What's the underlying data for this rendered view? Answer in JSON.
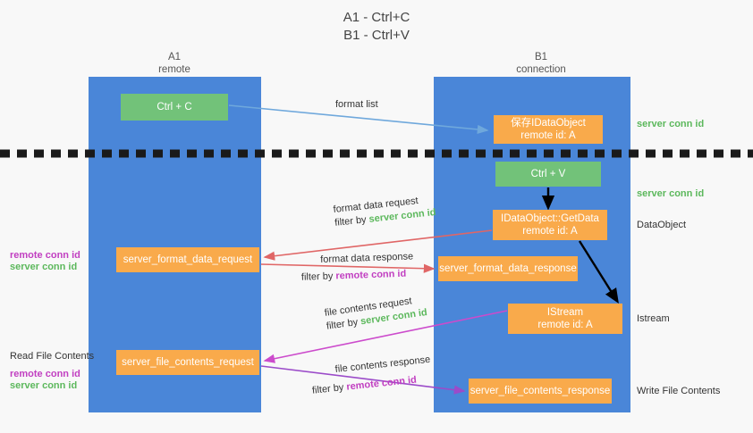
{
  "title": "A1 - Ctrl+C\nB1 - Ctrl+V",
  "columns": {
    "left": {
      "header": "A1\nremote"
    },
    "right": {
      "header": "B1\nconnection"
    }
  },
  "nodes": {
    "ctrl_c": {
      "label": "Ctrl + C",
      "color": "#72c279"
    },
    "save_dataobject": {
      "label": "保存IDataObject\nremote id: A",
      "color": "#f9aa4b"
    },
    "ctrl_v": {
      "label": "Ctrl + V",
      "color": "#72c279"
    },
    "get_data": {
      "label": "IDataObject::GetData\nremote id: A",
      "color": "#f9aa4b"
    },
    "format_data_request": {
      "label": "server_format_data_request",
      "color": "#f9aa4b"
    },
    "format_data_response": {
      "label": "server_format_data_response",
      "color": "#f9aa4b"
    },
    "istream": {
      "label": "IStream\nremote id: A",
      "color": "#f9aa4b"
    },
    "file_contents_request": {
      "label": "server_file_contents_request",
      "color": "#f9aa4b"
    },
    "file_contents_response": {
      "label": "server_file_contents_response",
      "color": "#f9aa4b"
    }
  },
  "edge_labels": {
    "format_list": "format list",
    "format_data_request": {
      "line1": "format data request",
      "line2_prefix": "filter by ",
      "line2_key": "server conn id"
    },
    "format_data_response": {
      "line1": "format data response",
      "line2_prefix": "filter by ",
      "line2_key": "remote conn id"
    },
    "file_contents_request": {
      "line1": "file contents request",
      "line2_prefix": "filter by ",
      "line2_key": "server conn id"
    },
    "file_contents_response": {
      "line1": "file contents response",
      "line2_prefix": "filter by ",
      "line2_key": "remote conn id"
    }
  },
  "annotations": {
    "right_server_conn_id_top": "server conn id",
    "right_server_conn_id_mid": "server conn id",
    "right_dataobject": "DataObject",
    "right_istream": "Istream",
    "right_write_file_contents": "Write File Contents",
    "left_remote_conn_id_1": "remote conn id",
    "left_server_conn_id_1": "server conn id",
    "left_read_file_contents": "Read File Contents",
    "left_remote_conn_id_2": "remote conn id",
    "left_server_conn_id_2": "server conn id"
  },
  "colors": {
    "lane": "#4a86d8",
    "green_node": "#72c279",
    "orange_node": "#f9aa4b",
    "green_text": "#5cb85c",
    "purple_text": "#c13fc1",
    "blue_arrow": "#6fa8dc",
    "red_arrow": "#e06666",
    "magenta_arrow": "#cc4bcc",
    "purple_arrow": "#9b4bc9",
    "black_arrow": "#000000",
    "dashed_line": "#1a1a1a",
    "background": "#f8f8f8"
  }
}
